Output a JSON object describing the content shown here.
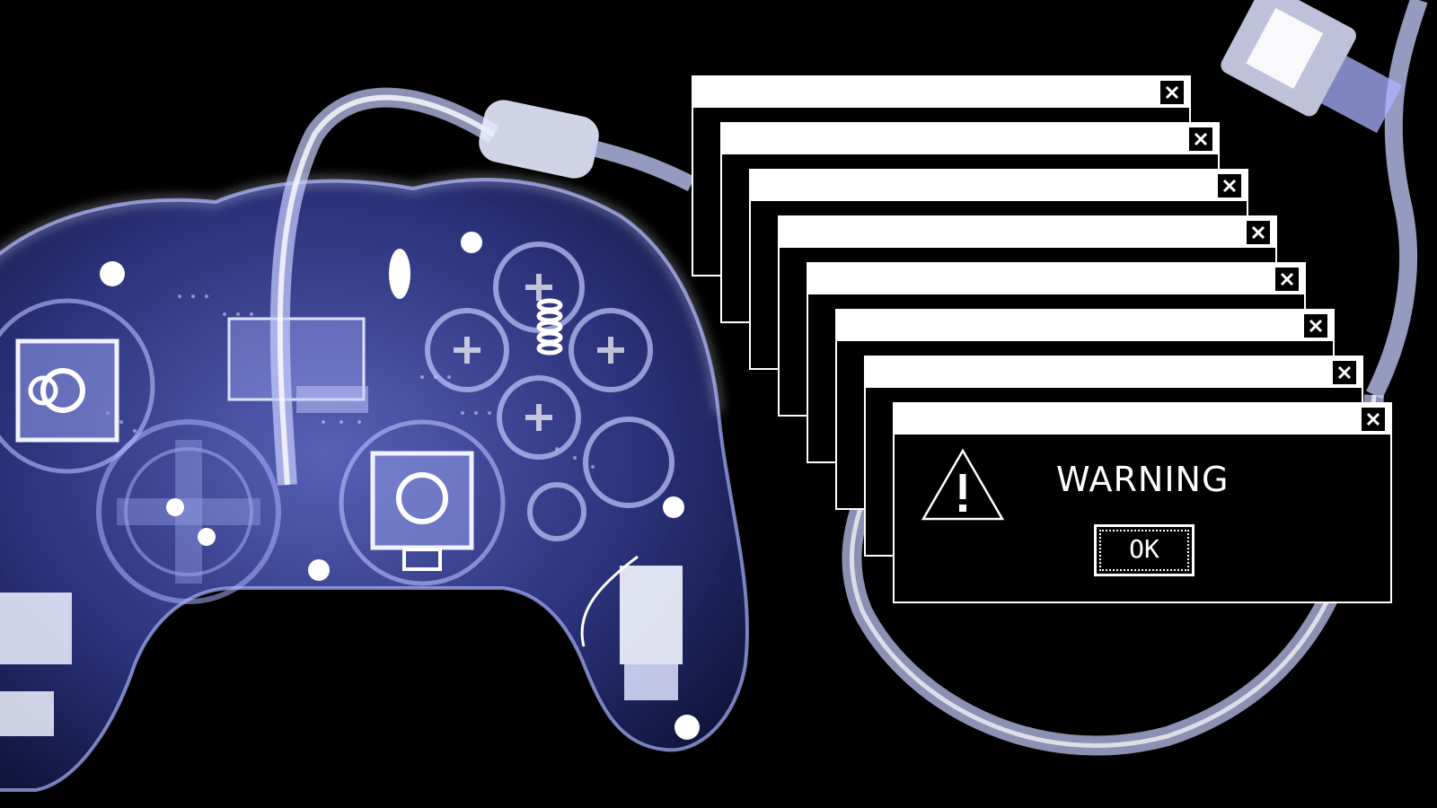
{
  "dialog": {
    "title": "WARNING",
    "ok_label": "OK",
    "stack_count": 8
  },
  "colors": {
    "background": "#000000",
    "xray_glow": "#c9d2ff",
    "xray_tint": "#4a55a8",
    "dialog_fg": "#ffffff"
  },
  "icons": {
    "close": "close-icon",
    "warning": "warning-triangle-icon"
  }
}
